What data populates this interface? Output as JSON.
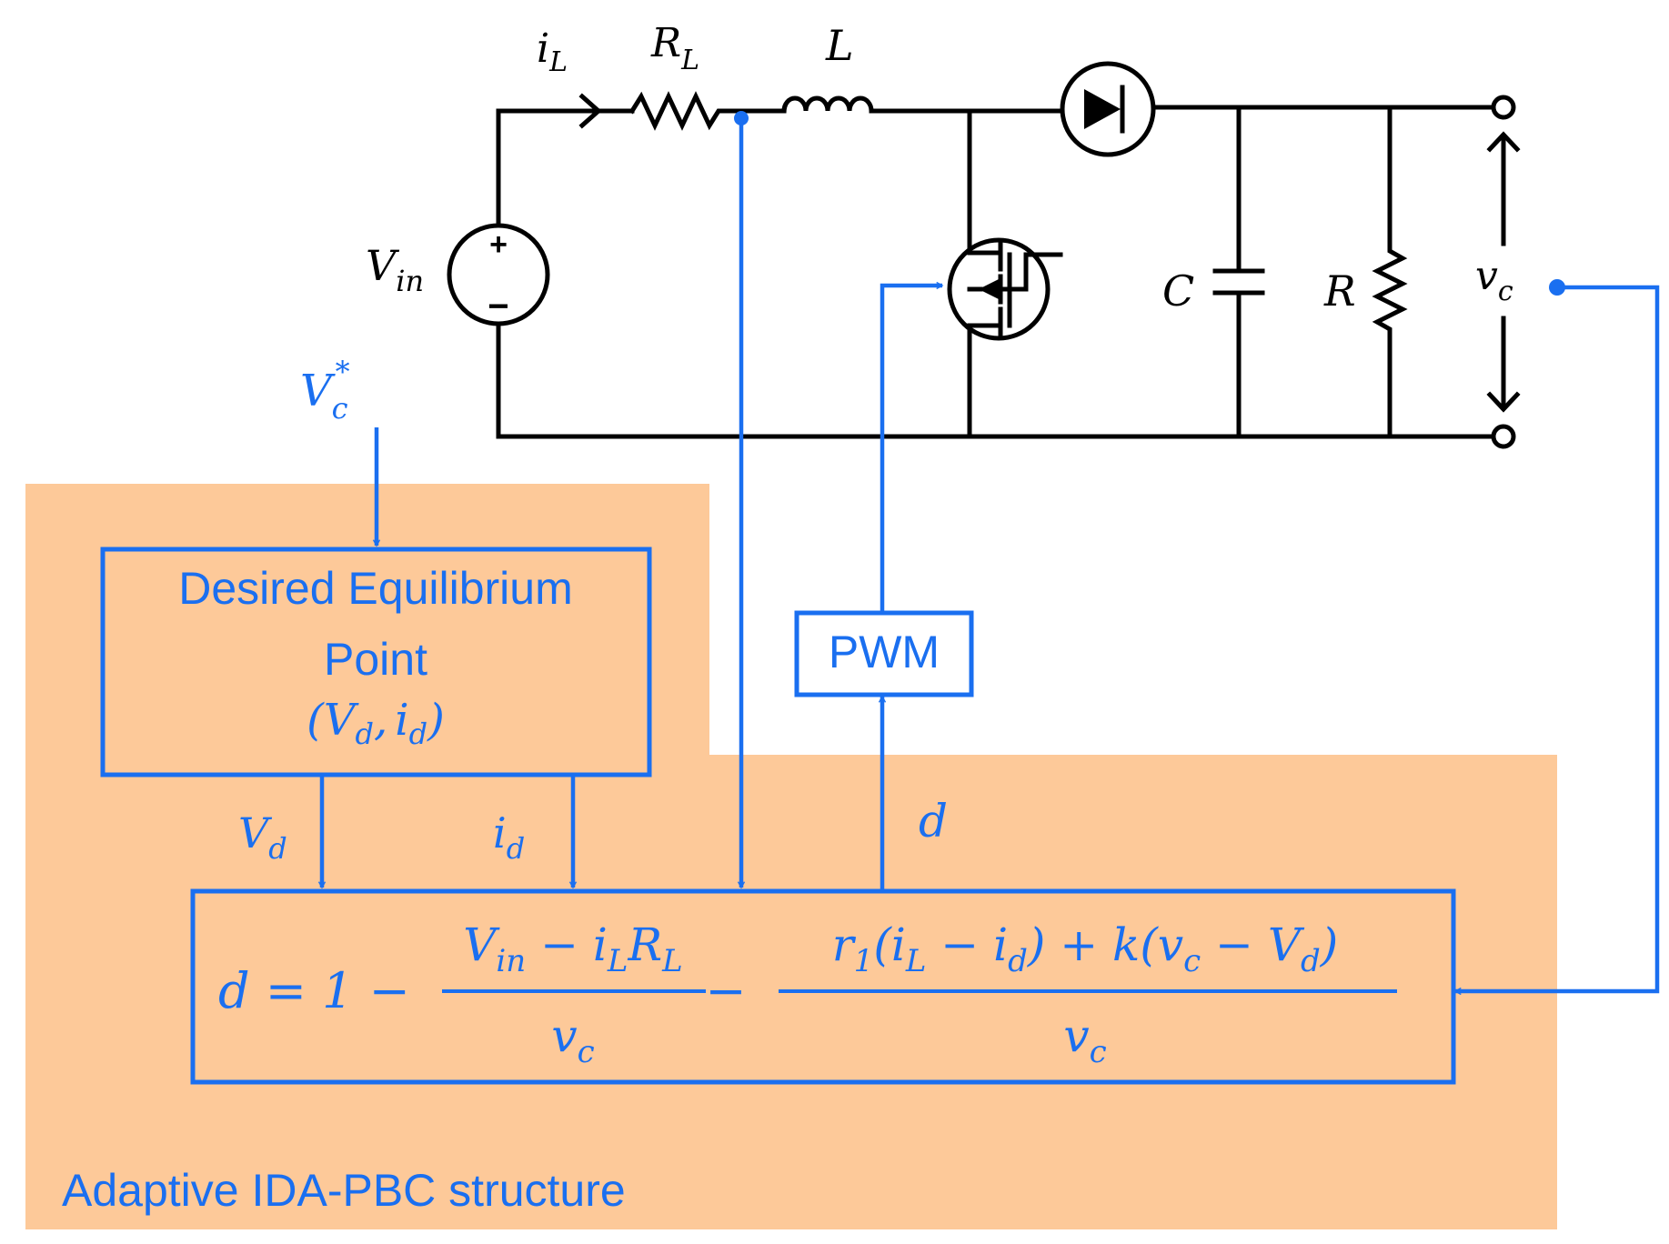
{
  "circuit": {
    "inductor_current": {
      "base": "i",
      "sub": "L"
    },
    "inductor_resistance": {
      "base": "R",
      "sub": "L"
    },
    "inductor": "L",
    "source": {
      "base": "V",
      "sub": "in"
    },
    "capacitor": "C",
    "load": "R",
    "output_voltage": {
      "base": "v",
      "sub": "c"
    },
    "plus_sign": "+",
    "minus_sign": "−"
  },
  "reference": {
    "base": "V",
    "sub": "c",
    "sup": "*"
  },
  "controller": {
    "region_label": "Adaptive IDA-PBC structure",
    "equilibrium_block": {
      "line1": "Desired Equilibrium",
      "line2": "Point",
      "tuple_open": "(",
      "vd_base": "V",
      "vd_sub": "d",
      "comma": ",",
      "id_base": "i",
      "id_sub": "d",
      "tuple_close": ")"
    },
    "pwm_label": "PWM",
    "vd_signal": {
      "base": "V",
      "sub": "d"
    },
    "id_signal": {
      "base": "i",
      "sub": "d"
    },
    "d_signal": "d",
    "law": {
      "lhs": "d = 1 −",
      "frac1_num_a": "V",
      "frac1_num_a_sub": "in",
      "frac1_num_op": " − ",
      "frac1_num_b": "i",
      "frac1_num_b_sub": "L",
      "frac1_num_c": "R",
      "frac1_num_c_sub": "L",
      "minus": "−",
      "frac2_num_r": "r",
      "frac2_num_r_sub": "1",
      "frac2_num_p1": "(i",
      "frac2_num_il_sub": "L",
      "frac2_num_m1": " − i",
      "frac2_num_id_sub": "d",
      "frac2_num_p2": ") + k(v",
      "frac2_num_vc_sub": "c",
      "frac2_num_m2": " − V",
      "frac2_num_vd_sub": "d",
      "frac2_num_close": ")",
      "den_base": "v",
      "den_sub": "c"
    }
  },
  "colors": {
    "signal": "#1a6ff0",
    "region_fill": "#fdc999",
    "circuit": "#000000"
  }
}
